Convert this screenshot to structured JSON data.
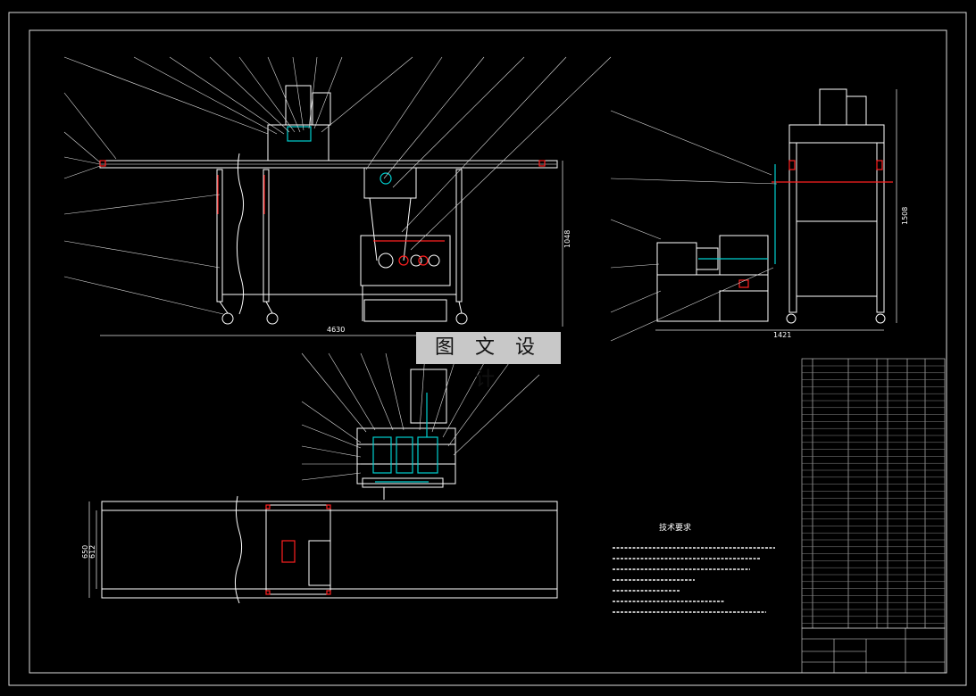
{
  "drawing": {
    "watermark": "图 文 设 计",
    "dimensions": {
      "front_width": "4630",
      "front_height": "1048",
      "side_width": "1421",
      "side_height": "1508",
      "top_outer": "650",
      "top_inner": "612"
    },
    "tech_requirements_title": "技术要求",
    "colors": {
      "background": "#000000",
      "line": "#ffffff",
      "accent_red": "#ff2020",
      "accent_cyan": "#00d0d0"
    }
  }
}
